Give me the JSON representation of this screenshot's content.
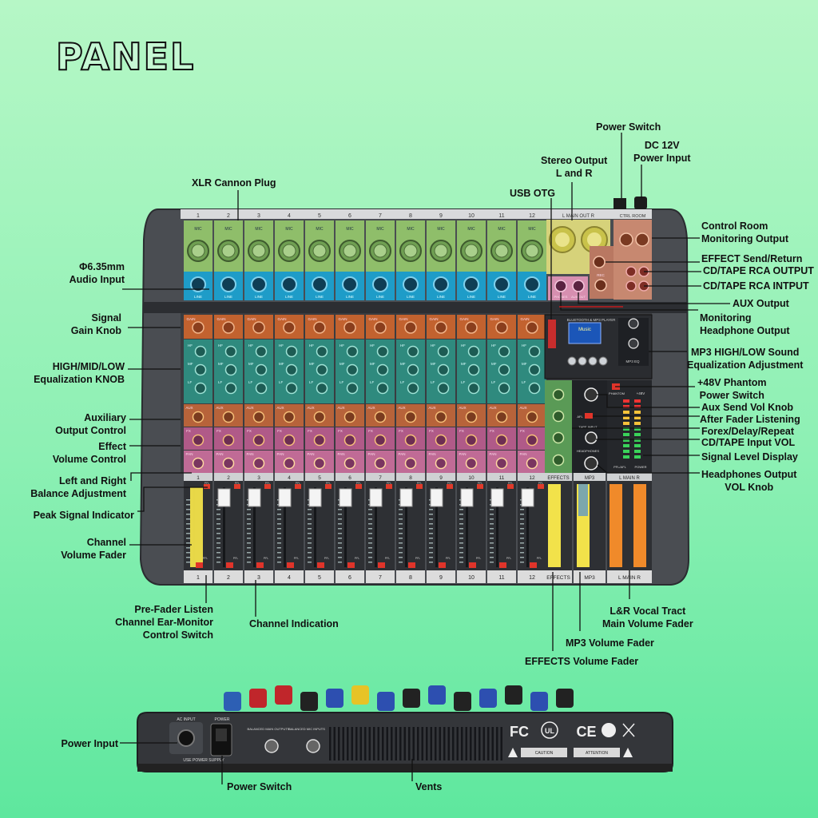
{
  "title": "PANEL",
  "colors": {
    "background": "#9ff4bd",
    "xlr_green": "#8fbe6a",
    "jack_blue": "#1e9cc8",
    "gain_orange": "#c2622f",
    "eq_teal": "#2f8a7e",
    "aux_orange": "#b7633a",
    "fx_pink": "#b05a88",
    "pan_pink": "#c06b96",
    "fader_yellow": "#f2e24a",
    "main_fader_orange": "#f08a2a",
    "leader_red": "#e01818"
  },
  "channels": [
    "1",
    "2",
    "3",
    "4",
    "5",
    "6",
    "7",
    "8",
    "9",
    "10",
    "11",
    "12"
  ],
  "strip_labels": {
    "mic": "MIC",
    "line": "LINE",
    "gain": "GAIN",
    "hf": "HF",
    "mf": "MF",
    "lf": "LF",
    "aux": "AUX",
    "fx": "FX",
    "pan": "PAN",
    "pfl": "PFL"
  },
  "panel_text": {
    "main_out": "L  MAIN OUT  R",
    "ctrl_room": "CTRL ROOM",
    "effects": "EFFECTS",
    "mp3": "MP3",
    "main_lr": "L  MAIN  R",
    "phantom": "PHANTOM",
    "plus48v": "+48V",
    "pfl_afl": "PFL/AFL",
    "power": "POWER",
    "afl": "AFL",
    "tape_input": "TAPE INPUT",
    "headphones": "HEADPHONES",
    "mp3_eq": "MP3 EQ",
    "display_text": "Music",
    "bt_player": "BLUETOOTH & MP3 PLAYER",
    "rec": "REC",
    "phones": "PHONES",
    "aux_out": "AUX OUT"
  },
  "rear_text": {
    "ac_input": "AC INPUT",
    "power": "POWER",
    "use_power_supply": "USE POWER SUPPLY",
    "balanced_main": "BALANCED MAIN OUTPUTS",
    "balanced_mic": "BALANCED MIC INPUTS",
    "fc": "FC",
    "ul": "UL",
    "ce": "CE",
    "caution": "CAUTION",
    "attention": "ATTENTION"
  },
  "callouts": {
    "xlr": "XLR Cannon Plug",
    "jack_l1": "Φ6.35mm",
    "jack_l2": "Audio Input",
    "gain_l1": "Signal",
    "gain_l2": "Gain Knob",
    "eq_l1": "HIGH/MID/LOW",
    "eq_l2": "Equalization KNOB",
    "aux_l1": "Auxiliary",
    "aux_l2": "Output Control",
    "fx_l1": "Effect",
    "fx_l2": "Volume Control",
    "pan_l1": "Left and Right",
    "pan_l2": "Balance Adjustment",
    "peak": "Peak Signal Indicator",
    "fader_l1": "Channel",
    "fader_l2": "Volume Fader",
    "pfl_l1": "Pre-Fader Listen",
    "pfl_l2": "Channel Ear-Monitor",
    "pfl_l3": "Control Switch",
    "chind": "Channel Indication",
    "power_switch": "Power Switch",
    "dc_l1": "DC 12V",
    "dc_l2": "Power Input",
    "stereo_l1": "Stereo Output",
    "stereo_l2": "L and R",
    "usb": "USB OTG",
    "ctrl_l1": "Control Room",
    "ctrl_l2": "Monitoring Output",
    "effect_send": "EFFECT Send/Return",
    "cd_out": "CD/TAPE RCA OUTPUT",
    "cd_in": "CD/TAPE RCA INTPUT",
    "aux_out": "AUX Output",
    "mon_l1": "Monitoring",
    "mon_l2": "Headphone Output",
    "mp3eq_l1": "MP3 HIGH/LOW Sound",
    "mp3eq_l2": "Equalization Adjustment",
    "ph_l1": "+48V Phantom",
    "ph_l2": "Power Switch",
    "aux_send": "Aux Send Vol Knob",
    "afl": "After Fader Listening",
    "forex": "Forex/Delay/Repeat",
    "cd_vol": "CD/TAPE Input VOL",
    "signal_level": "Signal Level Display",
    "hp_l1": "Headphones Output",
    "hp_l2": "VOL Knob",
    "lr_l1": "L&R Vocal Tract",
    "lr_l2": "Main Volume Fader",
    "mp3_fader": "MP3 Volume Fader",
    "effects_fader": "EFFECTS Volume Fader",
    "power_input": "Power Input",
    "power_switch_rear": "Power Switch",
    "vents": "Vents"
  }
}
